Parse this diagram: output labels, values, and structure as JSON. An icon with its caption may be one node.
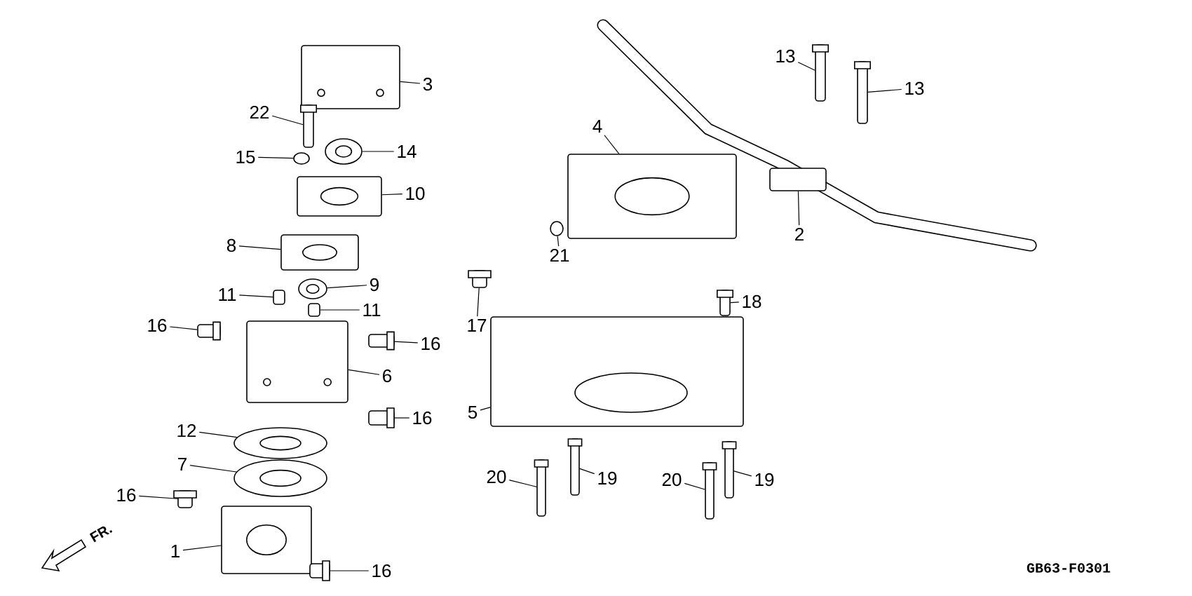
{
  "diagram": {
    "nodes": [
      {
        "text": [
          "3"
        ]
      },
      {
        "text": [
          "22"
        ]
      },
      {
        "text": [
          "15"
        ]
      },
      {
        "text": [
          "14"
        ]
      },
      {
        "text": [
          "10"
        ]
      },
      {
        "text": [
          "8"
        ]
      },
      {
        "text": [
          "9"
        ]
      },
      {
        "text": [
          "11"
        ]
      },
      {
        "text": [
          "11"
        ]
      },
      {
        "text": [
          "16"
        ]
      },
      {
        "text": [
          "16"
        ]
      },
      {
        "text": [
          "6"
        ]
      },
      {
        "text": [
          "16"
        ]
      },
      {
        "text": [
          "12"
        ]
      },
      {
        "text": [
          "7"
        ]
      },
      {
        "text": [
          "16"
        ]
      },
      {
        "text": [
          "1"
        ]
      },
      {
        "text": [
          "16"
        ]
      },
      {
        "text": [
          "13"
        ]
      },
      {
        "text": [
          "13"
        ]
      },
      {
        "text": [
          "2"
        ]
      },
      {
        "text": [
          "4"
        ]
      },
      {
        "text": [
          "21"
        ]
      },
      {
        "text": [
          "17"
        ]
      },
      {
        "text": [
          "18"
        ]
      },
      {
        "text": [
          "5"
        ]
      },
      {
        "text": [
          "20"
        ]
      },
      {
        "text": [
          "19"
        ]
      },
      {
        "text": [
          "20"
        ]
      },
      {
        "text": [
          "19"
        ]
      },
      {
        "text": [],
        "shape": "picture"
      },
      {
        "text": [],
        "shape": "box"
      },
      {
        "text": [],
        "shape": "circle"
      },
      {
        "text": [],
        "shape": "picture"
      },
      {
        "text": [],
        "shape": "picture"
      },
      {
        "text": [],
        "shape": "picture"
      },
      {
        "text": [],
        "shape": "picture"
      },
      {
        "text": [],
        "shape": "box"
      },
      {
        "text": [],
        "shape": "box"
      },
      {
        "text": [],
        "shape": "box"
      },
      {
        "text": [],
        "shape": "box"
      },
      {
        "text": [],
        "shape": "picture"
      },
      {
        "text": [],
        "shape": "box"
      },
      {
        "text": [],
        "shape": "picture"
      },
      {
        "text": [],
        "shape": "picture"
      },
      {
        "text": [],
        "shape": "box"
      },
      {
        "text": [],
        "shape": "picture"
      },
      {
        "text": [],
        "shape": "box"
      },
      {
        "text": [],
        "shape": "box"
      },
      {
        "text": [],
        "shape": "box"
      },
      {
        "text": [],
        "shape": "box"
      },
      {
        "text": [],
        "shape": "picture"
      },
      {
        "text": [],
        "shape": "circle"
      },
      {
        "text": [],
        "shape": "box"
      },
      {
        "text": [],
        "shape": "box"
      },
      {
        "text": [],
        "shape": "picture"
      },
      {
        "text": [],
        "shape": "box"
      },
      {
        "text": [],
        "shape": "box"
      },
      {
        "text": [],
        "shape": "box"
      },
      {
        "text": [],
        "shape": "box"
      }
    ],
    "edges": [
      {
        "from": 0,
        "to": 30,
        "arrow": "none"
      },
      {
        "from": 1,
        "to": 31,
        "arrow": "none"
      },
      {
        "from": 2,
        "to": 32,
        "arrow": "none"
      },
      {
        "from": 3,
        "to": 33,
        "arrow": "none"
      },
      {
        "from": 4,
        "to": 34,
        "arrow": "none"
      },
      {
        "from": 5,
        "to": 35,
        "arrow": "none"
      },
      {
        "from": 6,
        "to": 36,
        "arrow": "none"
      },
      {
        "from": 7,
        "to": 37,
        "arrow": "none"
      },
      {
        "from": 8,
        "to": 38,
        "arrow": "none"
      },
      {
        "from": 9,
        "to": 39,
        "arrow": "none"
      },
      {
        "from": 10,
        "to": 40,
        "arrow": "none"
      },
      {
        "from": 11,
        "to": 41,
        "arrow": "none"
      },
      {
        "from": 12,
        "to": 42,
        "arrow": "none"
      },
      {
        "from": 13,
        "to": 43,
        "arrow": "none"
      },
      {
        "from": 14,
        "to": 44,
        "arrow": "none"
      },
      {
        "from": 15,
        "to": 45,
        "arrow": "none"
      },
      {
        "from": 16,
        "to": 46,
        "arrow": "none"
      },
      {
        "from": 17,
        "to": 47,
        "arrow": "none"
      },
      {
        "from": 18,
        "to": 48,
        "arrow": "none"
      },
      {
        "from": 19,
        "to": 49,
        "arrow": "none"
      },
      {
        "from": 20,
        "to": 50,
        "arrow": "none"
      },
      {
        "from": 21,
        "to": 51,
        "arrow": "none"
      },
      {
        "from": 22,
        "to": 52,
        "arrow": "none"
      },
      {
        "from": 23,
        "to": 53,
        "arrow": "none"
      },
      {
        "from": 24,
        "to": 54,
        "arrow": "none"
      },
      {
        "from": 25,
        "to": 55,
        "arrow": "none"
      },
      {
        "from": 26,
        "to": 56,
        "arrow": "none"
      },
      {
        "from": 27,
        "to": 57,
        "arrow": "none"
      },
      {
        "from": 28,
        "to": 58,
        "arrow": "none"
      },
      {
        "from": 29,
        "to": 59,
        "arrow": "none"
      }
    ],
    "labels": [
      "FR.",
      "GB63-F0301"
    ]
  }
}
